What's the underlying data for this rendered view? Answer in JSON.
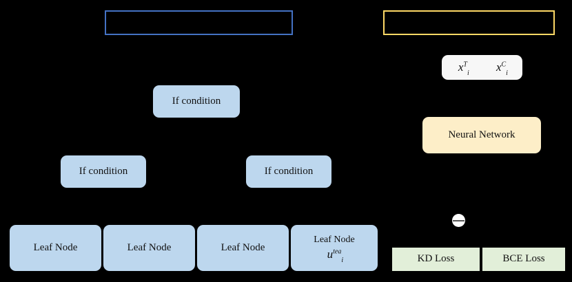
{
  "diagram": {
    "background_color": "#000000",
    "palette": {
      "node_blue": "#bdd7ee",
      "node_cream": "#fdeec8",
      "node_green": "#e2efd9",
      "node_gray": "#f7f7f7",
      "outline_blue": "#4472c4",
      "outline_orange": "#ffd966",
      "text": "#111111"
    },
    "left_panel": {
      "frame_label": "",
      "tree": {
        "root": {
          "label": "If condition"
        },
        "branches": [
          {
            "label": "If condition"
          },
          {
            "label": "If condition"
          }
        ],
        "leaves": [
          {
            "label": "Leaf Node",
            "formula": ""
          },
          {
            "label": "Leaf Node",
            "formula": ""
          },
          {
            "label": "Leaf Node",
            "formula": ""
          },
          {
            "label": "Leaf Node",
            "formula": "u_i^{tea}",
            "formula_base": "u",
            "formula_sub": "i",
            "formula_sup": "tea"
          }
        ]
      }
    },
    "right_panel": {
      "frame_label": "",
      "inputs": {
        "left_term": {
          "base": "x",
          "sub": "i",
          "sup": "T"
        },
        "right_term": {
          "base": "x",
          "sub": "i",
          "sup": "C"
        }
      },
      "model": {
        "label": "Neural Network"
      },
      "operator": {
        "name": "circle-minus",
        "glyph": "⊖"
      },
      "losses": [
        {
          "label": "KD Loss"
        },
        {
          "label": "BCE Loss"
        }
      ]
    }
  }
}
